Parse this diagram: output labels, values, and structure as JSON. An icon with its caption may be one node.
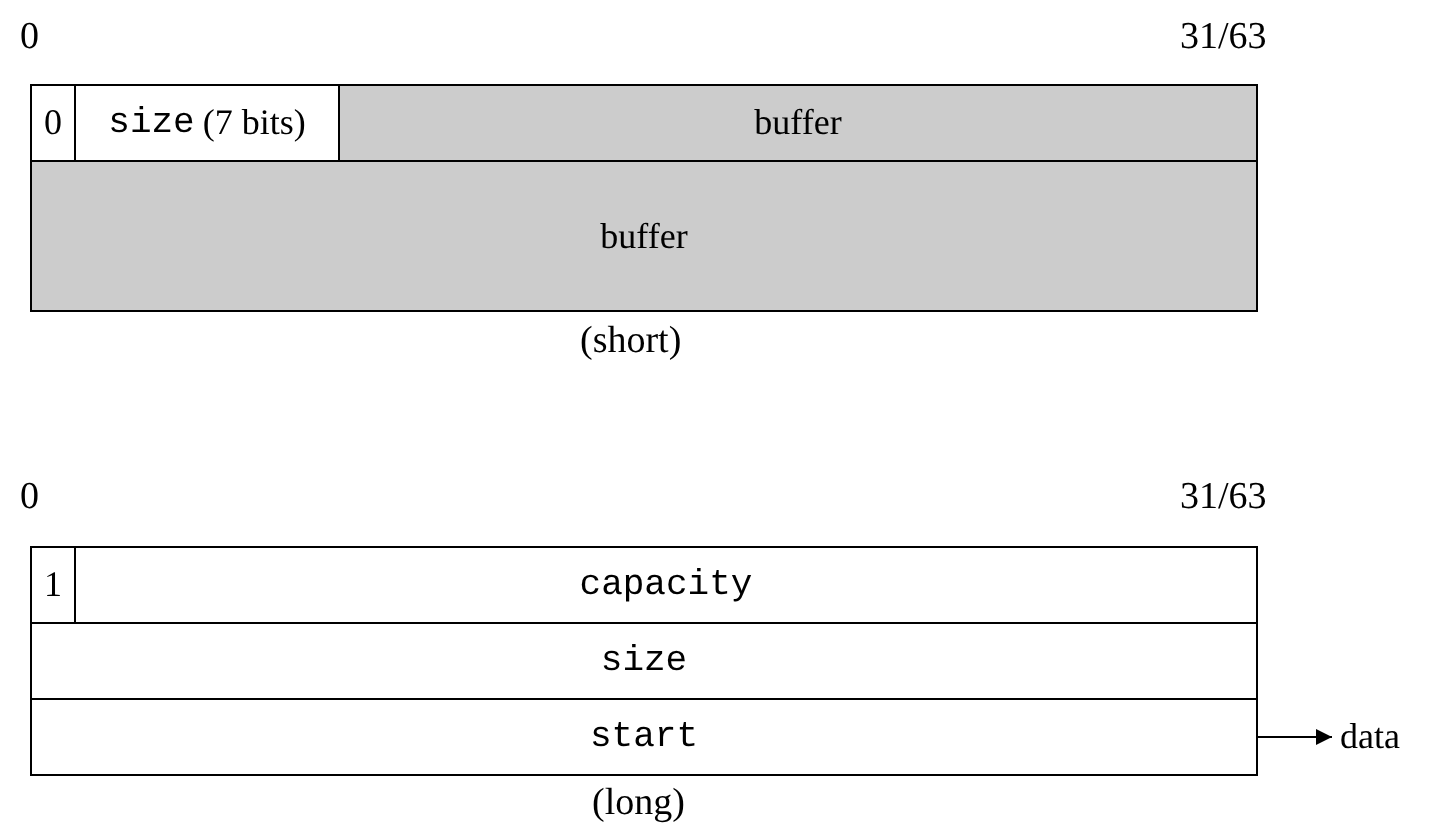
{
  "diagram": {
    "nodes": [
      {
        "text": [
          "0"
        ]
      },
      {
        "text": [
          "size",
          "(7 bits)"
        ]
      },
      {
        "text": [
          "buffer"
        ]
      },
      {
        "text": [
          "buffer"
        ]
      },
      {
        "text": [
          "1"
        ]
      },
      {
        "text": [
          "capacity"
        ]
      },
      {
        "text": [
          "size"
        ]
      },
      {
        "text": [
          "start"
        ]
      },
      {
        "text": [
          "data"
        ]
      }
    ],
    "edges": [
      {
        "from": 7,
        "to": 8,
        "arrow": "to"
      }
    ],
    "labels": [
      "0",
      "31/63",
      "(short)",
      "0",
      "31/63",
      "(long)"
    ]
  }
}
